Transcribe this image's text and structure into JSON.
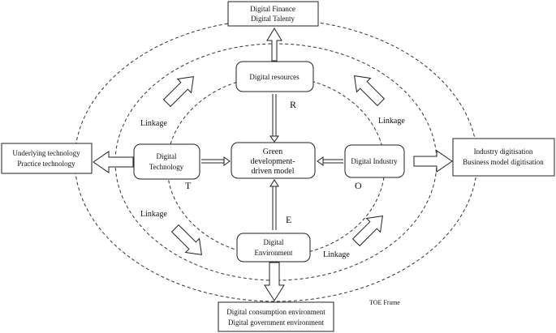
{
  "nodes": {
    "top_outer": [
      "Digital Finance",
      "Digital Talenty"
    ],
    "left_outer": [
      "Underlying technology",
      "Practice technology"
    ],
    "right_outer": [
      "Industry digitisation",
      "Business model digitisation"
    ],
    "bottom_outer": [
      "Digital consumption environment",
      "Digital government environment"
    ],
    "resources": "Digital resources",
    "technology": [
      "Digital",
      "Technology"
    ],
    "industry": "Digital Industry",
    "environment": [
      "Digital",
      "Environment"
    ],
    "center": [
      "Green",
      "development-",
      "driven model"
    ]
  },
  "letters": {
    "r": "R",
    "t": "T",
    "o": "O",
    "e": "E"
  },
  "linkage": {
    "top_left": "Linkage",
    "top_right": "Linkage",
    "bottom_left": "Linkage",
    "bottom_right": "Linkage"
  },
  "frame_label": "TOE Frame"
}
